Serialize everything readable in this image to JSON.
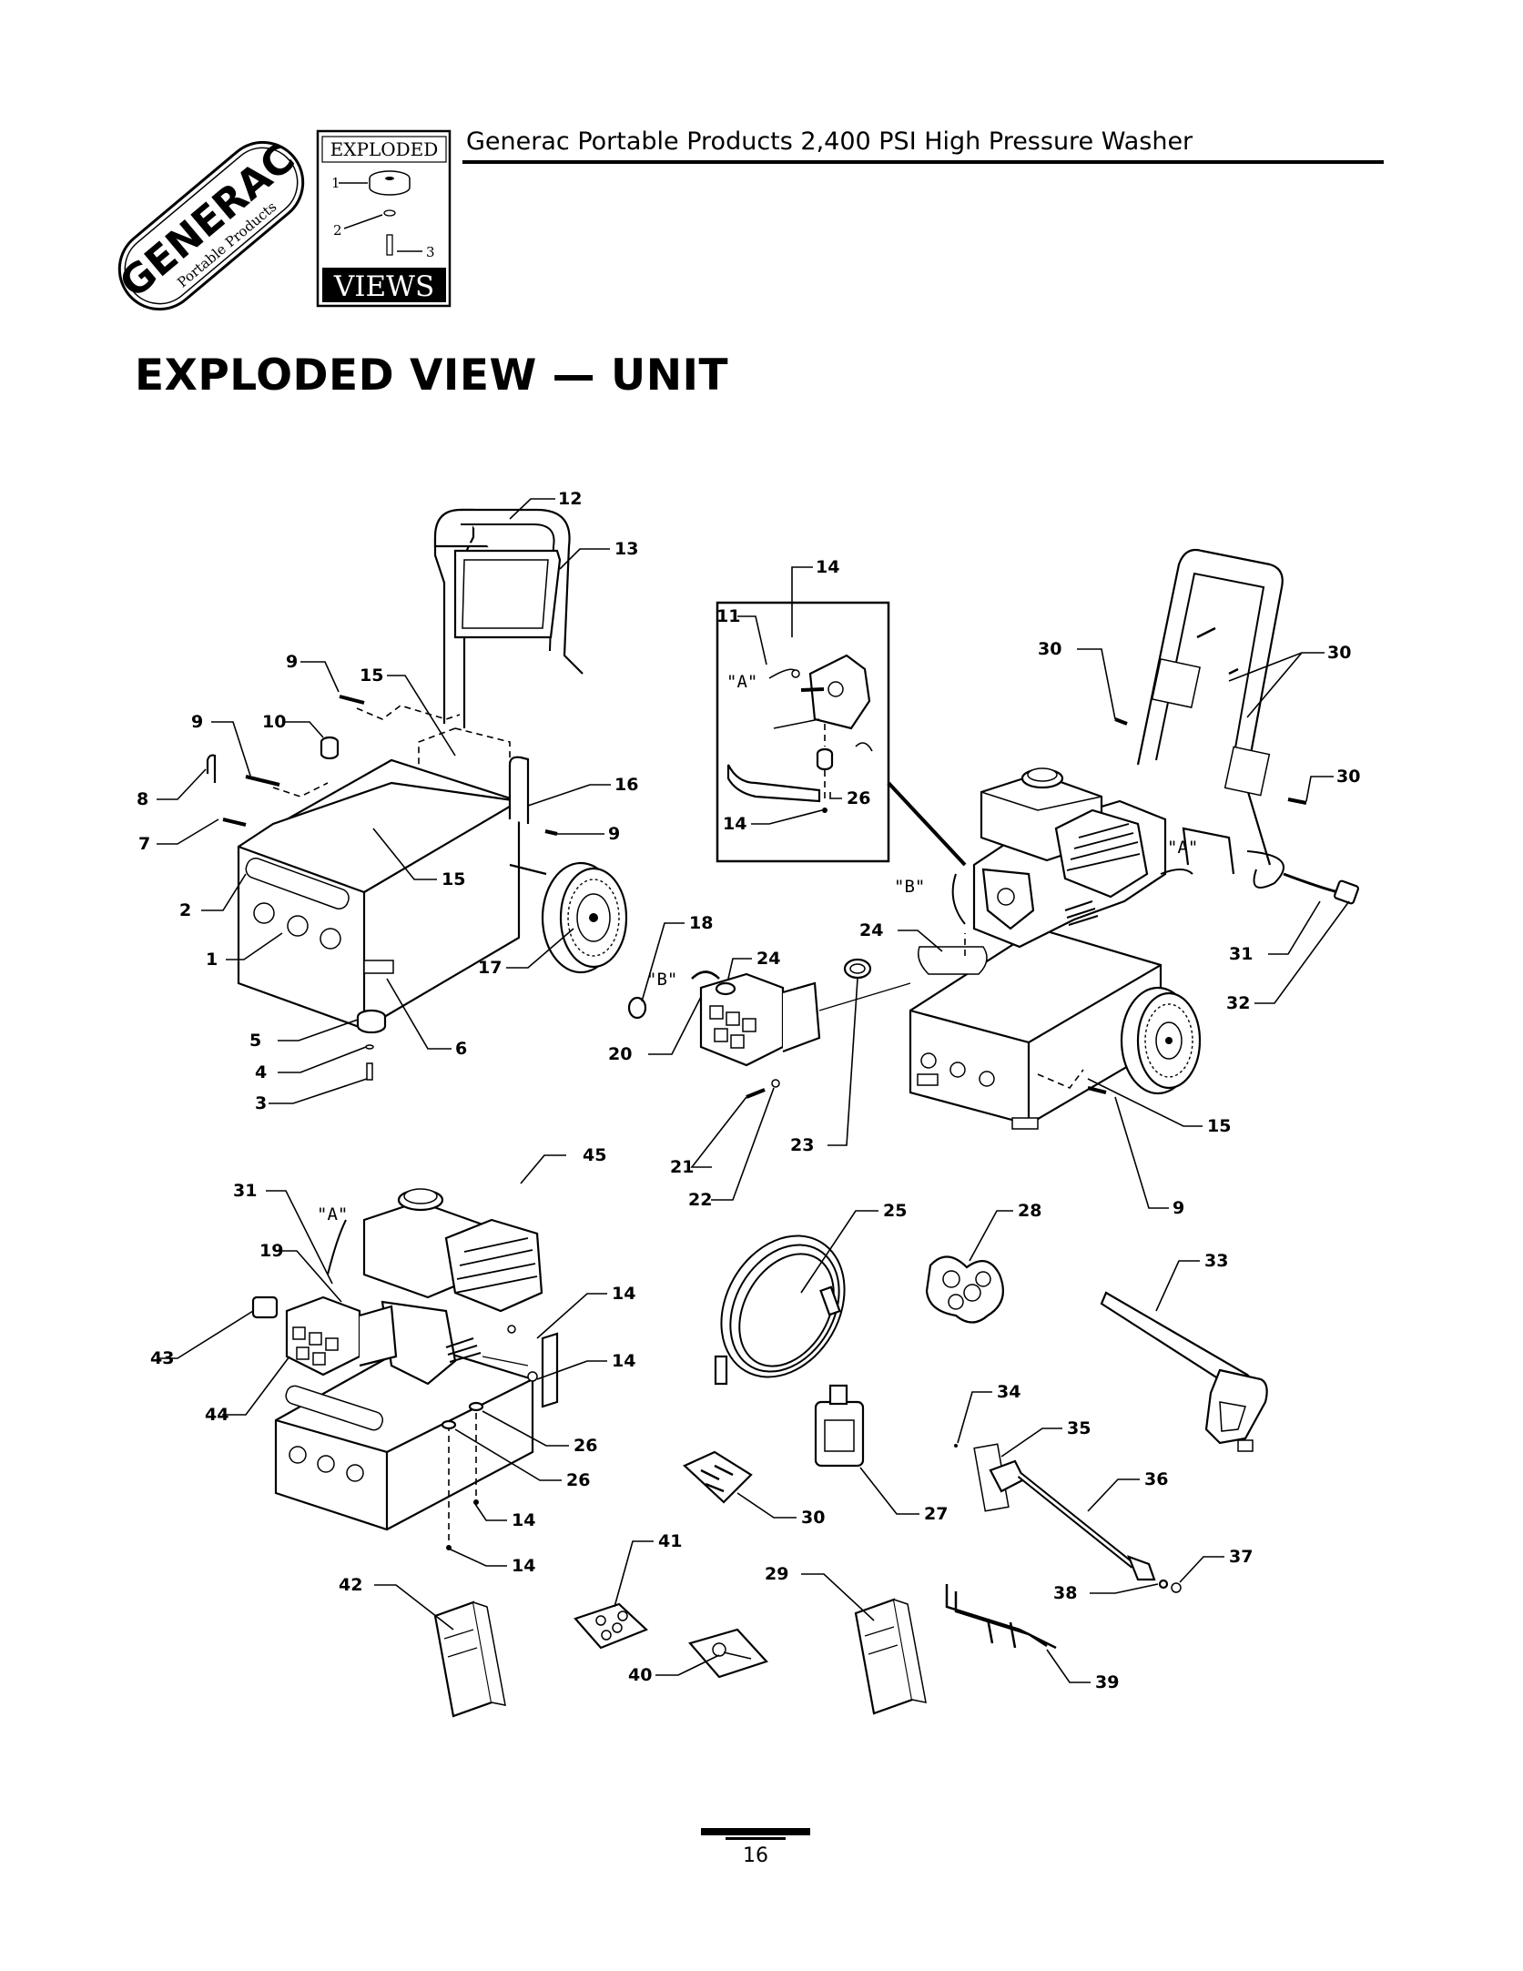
{
  "header": {
    "title": "Generac Portable Products 2,400 PSI High Pressure Washer",
    "logo_brand": "GENERAC",
    "logo_sub": "Portable Products",
    "badge_top": "EXPLODED",
    "badge_bottom": "VIEWS",
    "badge_numbers": [
      "1",
      "2",
      "3"
    ]
  },
  "page_heading": "EXPLODED VIEW — UNIT",
  "page_number": "16",
  "callouts": {
    "n1": "1",
    "n2": "2",
    "n3": "3",
    "n4": "4",
    "n5": "5",
    "n6": "6",
    "n7": "7",
    "n8": "8",
    "n9a": "9",
    "n9b": "9",
    "n9c": "9",
    "n9d": "9",
    "n10": "10",
    "n11": "11",
    "n12": "12",
    "n13": "13",
    "n14a": "14",
    "n14b": "14",
    "n14c": "14",
    "n14d": "14",
    "n14e": "14",
    "n14f": "14",
    "n15a": "15",
    "n15b": "15",
    "n15c": "15",
    "n16": "16",
    "n17": "17",
    "n18": "18",
    "n19": "19",
    "n20": "20",
    "n21": "21",
    "n22": "22",
    "n23": "23",
    "n24a": "24",
    "n24b": "24",
    "n25": "25",
    "n26a": "26",
    "n26b": "26",
    "n26c": "26",
    "n27": "27",
    "n28": "28",
    "n29": "29",
    "n30a": "30",
    "n30b": "30",
    "n30c": "30",
    "n30d": "30",
    "n31a": "31",
    "n31b": "31",
    "n32": "32",
    "n33": "33",
    "n34": "34",
    "n35": "35",
    "n36": "36",
    "n37": "37",
    "n38": "38",
    "n39": "39",
    "n40": "40",
    "n41": "41",
    "n42": "42",
    "n43": "43",
    "n44": "44",
    "n45": "45"
  },
  "reference_marks": {
    "A1": "\"A\"",
    "A2": "\"A\"",
    "A3": "\"A\"",
    "B1": "\"B\"",
    "B2": "\"B\""
  }
}
